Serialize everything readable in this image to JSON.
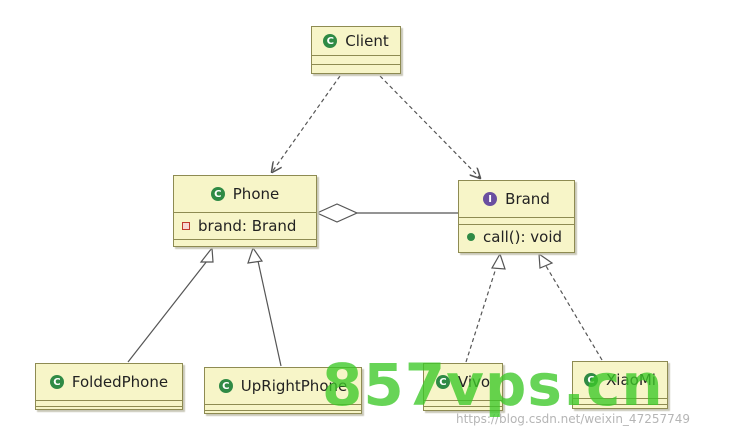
{
  "classes": {
    "client": {
      "name": "Client",
      "stereotype": "C"
    },
    "phone": {
      "name": "Phone",
      "stereotype": "C",
      "attribute": "brand: Brand"
    },
    "brand": {
      "name": "Brand",
      "stereotype": "I",
      "method": "call(): void"
    },
    "folded_phone": {
      "name": "FoldedPhone",
      "stereotype": "C"
    },
    "upright_phone": {
      "name": "UpRightPhone",
      "stereotype": "C"
    },
    "vivo": {
      "name": "Vivo",
      "stereotype": "C"
    },
    "xiaomi": {
      "name": "XiaoMi",
      "stereotype": "C"
    }
  },
  "relationships": [
    {
      "from": "Client",
      "to": "Phone",
      "kind": "dependency"
    },
    {
      "from": "Client",
      "to": "Brand",
      "kind": "dependency"
    },
    {
      "from": "Phone",
      "to": "Brand",
      "kind": "aggregation"
    },
    {
      "from": "FoldedPhone",
      "to": "Phone",
      "kind": "generalization"
    },
    {
      "from": "UpRightPhone",
      "to": "Phone",
      "kind": "generalization"
    },
    {
      "from": "Vivo",
      "to": "Brand",
      "kind": "realization"
    },
    {
      "from": "XiaoMi",
      "to": "Brand",
      "kind": "realization"
    }
  ],
  "colors": {
    "class_fill": "#f7f5c8",
    "class_border": "#8e8b52",
    "class_icon": "#2f8a45",
    "interface_icon": "#6a4fa0",
    "watermark": "#3cc828"
  },
  "watermark": {
    "text": "857vps.cn",
    "url": "https://blog.csdn.net/weixin_47257749"
  }
}
